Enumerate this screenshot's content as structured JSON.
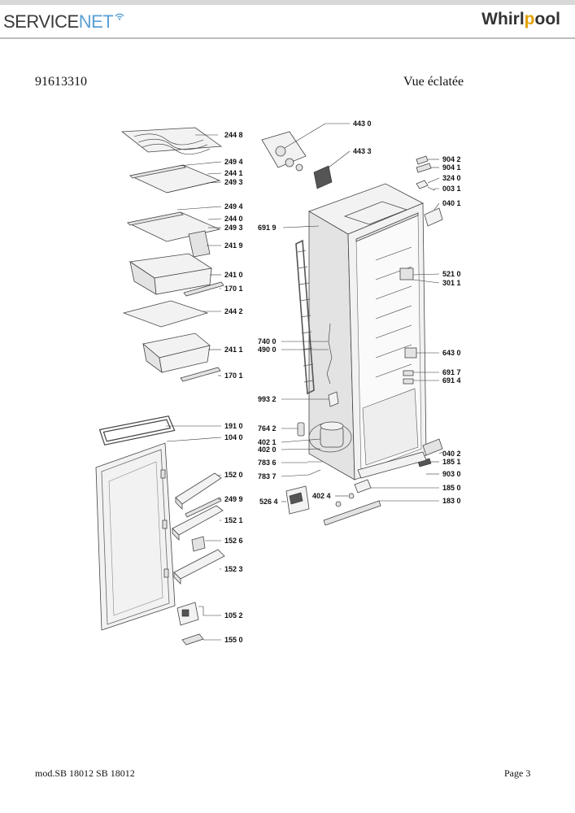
{
  "header": {
    "brand_left_a": "SERVICE",
    "brand_left_b": "NET",
    "brand_right_a": "Whirl",
    "brand_right_b": "p",
    "brand_right_c": "ool"
  },
  "document": {
    "number": "91613310",
    "title": "Vue éclatée"
  },
  "footer": {
    "model": "mod.SB 18012 SB 18012",
    "page": "Page 3"
  },
  "parts": {
    "p2448": "244 8",
    "p2494a": "249 4",
    "p2441": "244 1",
    "p2493a": "249 3",
    "p2494b": "249 4",
    "p2440": "244 0",
    "p2493b": "249 3",
    "p2419": "241 9",
    "p2410": "241 0",
    "p1701a": "170 1",
    "p2442": "244 2",
    "p2411": "241 1",
    "p1701b": "170 1",
    "p1910": "191 0",
    "p1040": "104 0",
    "p1520": "152 0",
    "p2499": "249 9",
    "p1521": "152 1",
    "p1526": "152 6",
    "p1523": "152 3",
    "p1052": "105 2",
    "p1550": "155 0",
    "p4430": "443 0",
    "p4433": "443 3",
    "p9042": "904 2",
    "p9041": "904 1",
    "p3240": "324 0",
    "p0031": "003 1",
    "p0401": "040 1",
    "p6919": "691 9",
    "p5210": "521 0",
    "p3011": "301 1",
    "p7400": "740 0",
    "p4900": "490 0",
    "p6430": "643 0",
    "p6917": "691 7",
    "p6914": "691 4",
    "p9932": "993 2",
    "p7642": "764 2",
    "p4021": "402 1",
    "p4020": "402 0",
    "p0402": "040 2",
    "p1851": "185 1",
    "p7836": "783 6",
    "p7837": "783 7",
    "p9030": "903 0",
    "p1850": "185 0",
    "p4024": "402 4",
    "p5264": "526 4",
    "p1830": "183 0"
  }
}
